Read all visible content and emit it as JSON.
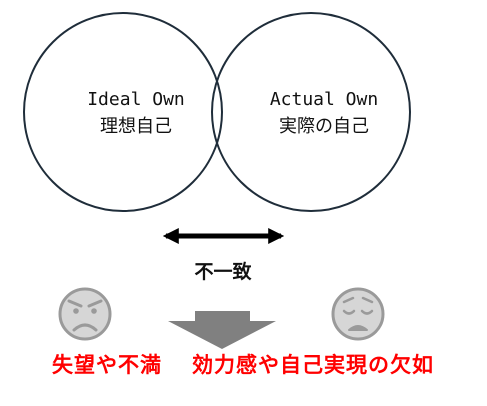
{
  "ideal_self": {
    "label_en": "Ideal Own",
    "label_ja": "理想自己"
  },
  "actual_self": {
    "label_en": "Actual Own",
    "label_ja": "実際の自己"
  },
  "mismatch": {
    "label": "不一致"
  },
  "outcomes": {
    "left": "失望や不満",
    "right": "効力感や自己実現の欠如",
    "color": "#ff0000"
  },
  "icons": {
    "left_face": "angry-face-icon",
    "right_face": "weary-face-icon",
    "arrow": "down-arrow-icon"
  },
  "colors": {
    "circle_stroke": "#1f2d3a",
    "face_stroke": "#9a9a9a",
    "face_fill": "#d6d6d6",
    "arrow_fill": "#808080"
  }
}
